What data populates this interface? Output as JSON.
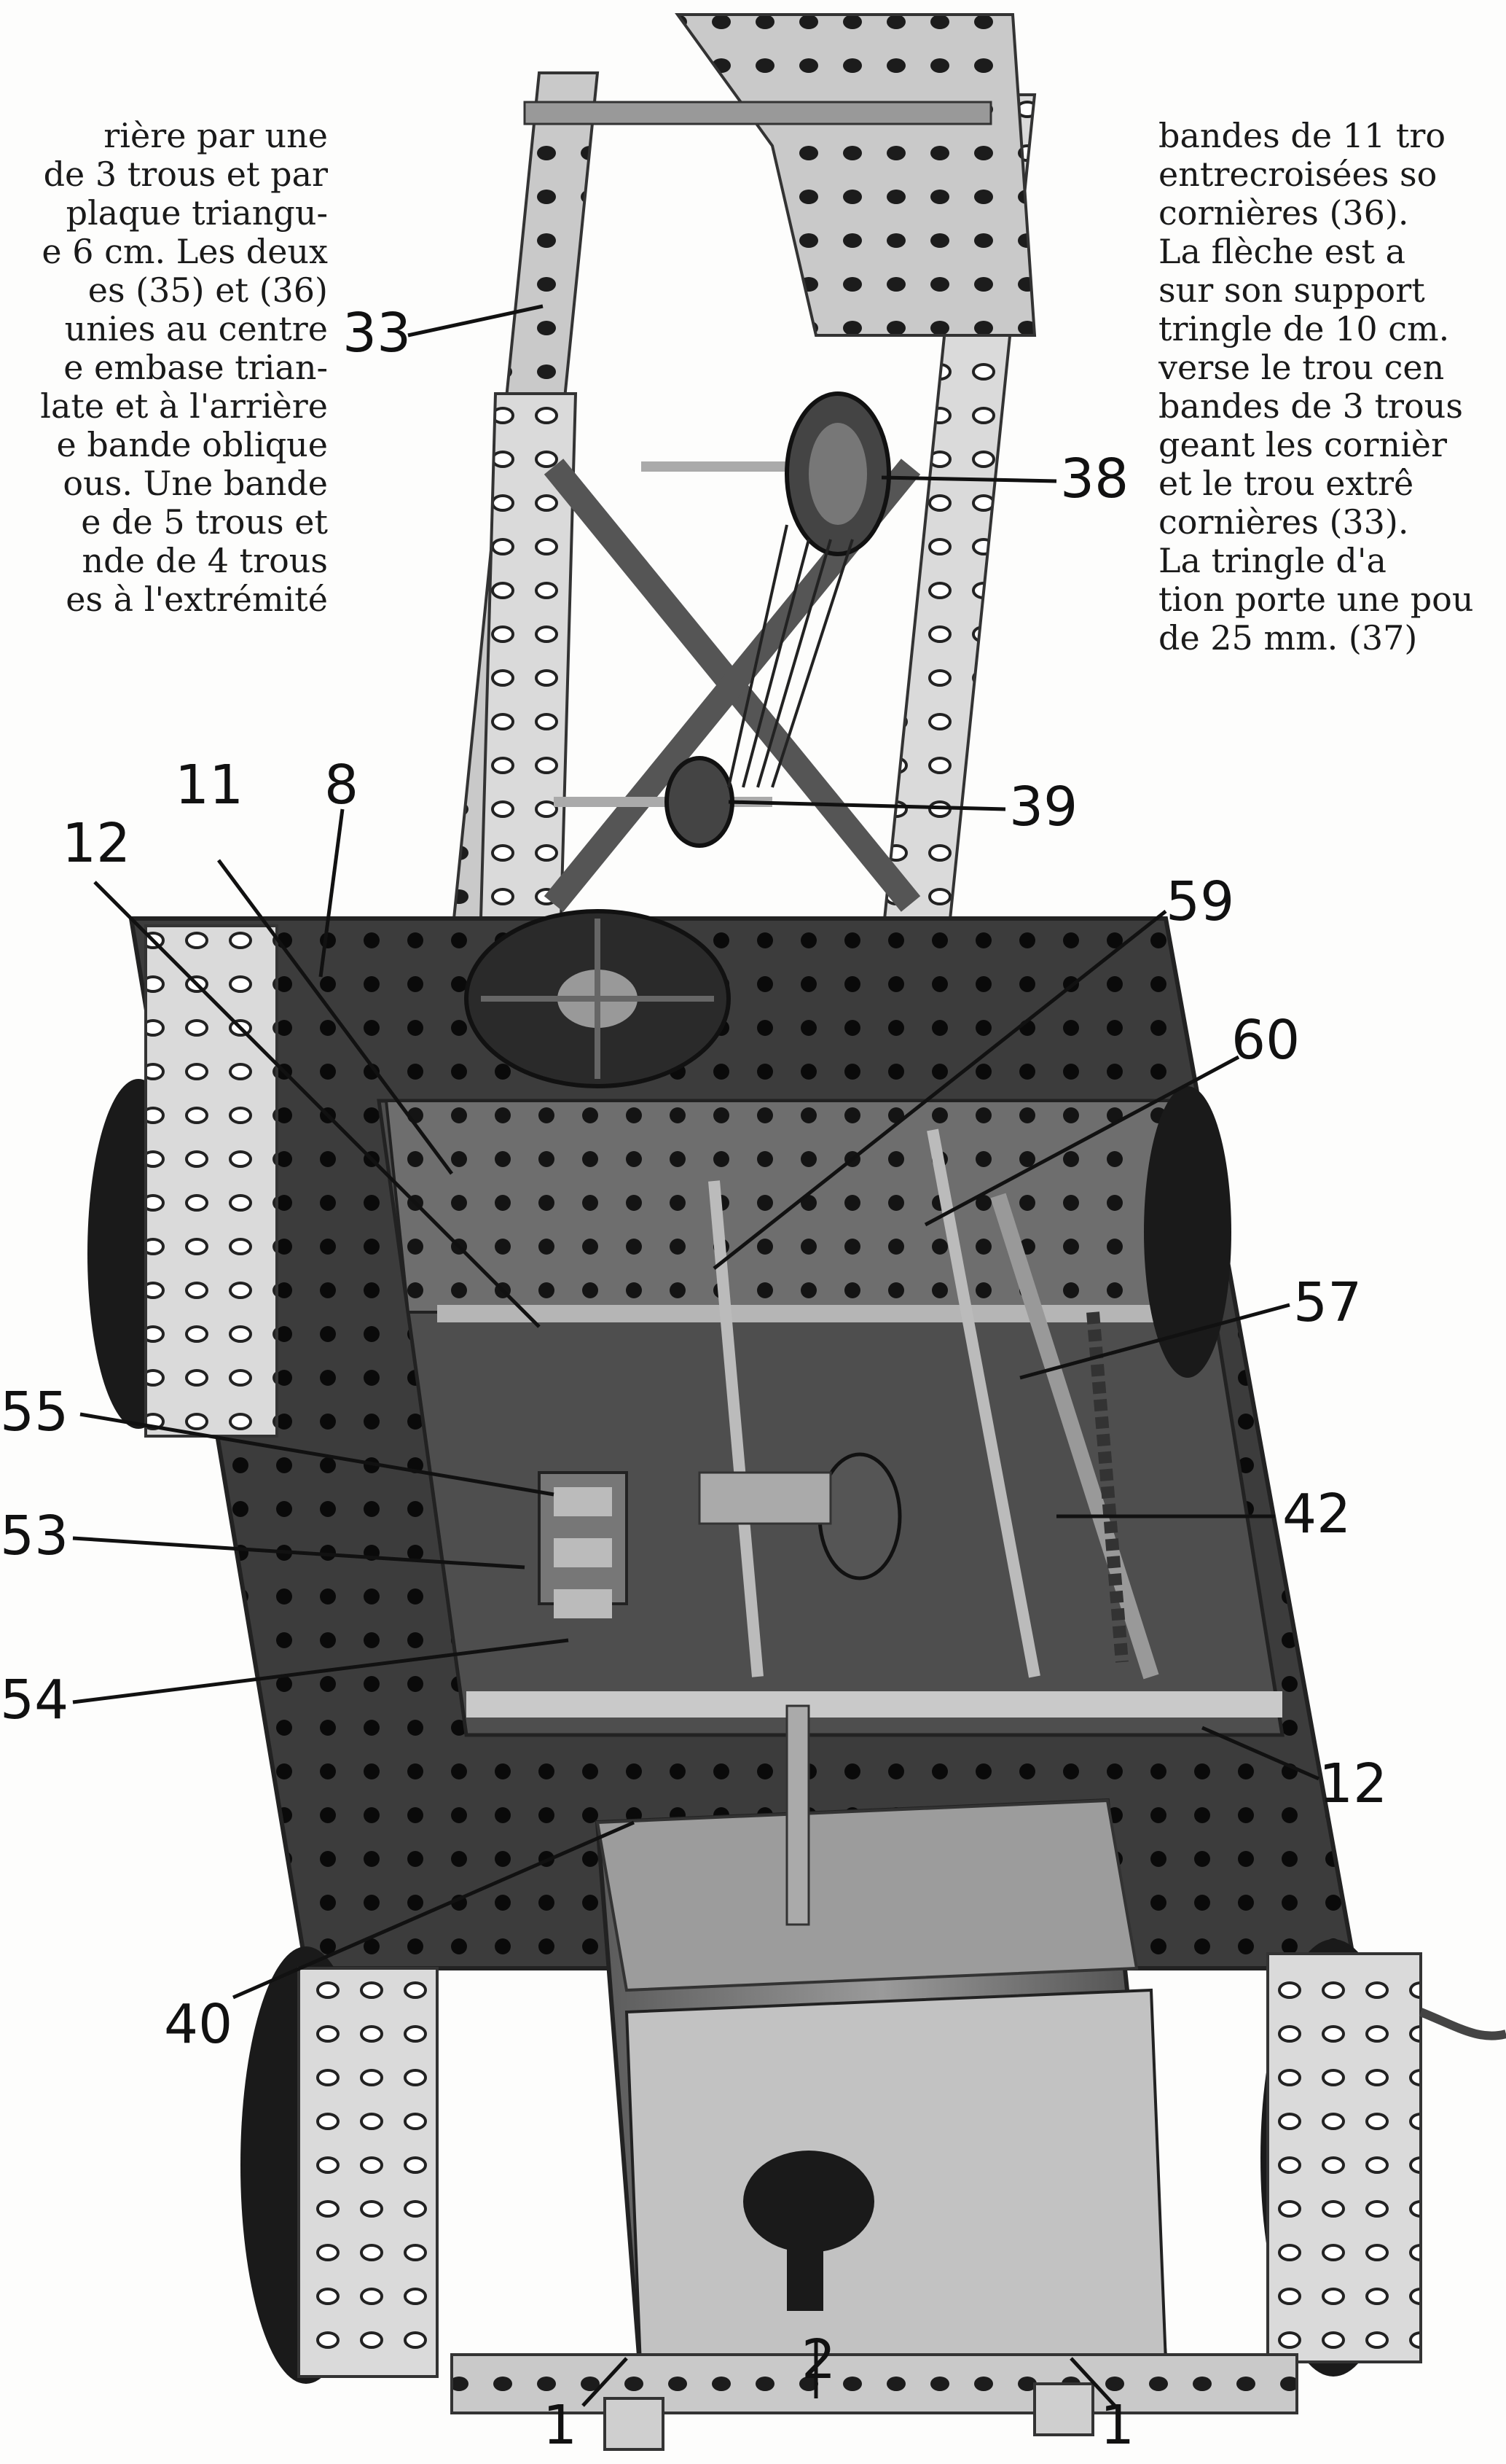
{
  "left_column": {
    "lines": [
      "rière par une",
      "de 3 trous et par",
      "plaque triangu-",
      "e 6 cm. Les deux",
      "es (35) et (36)",
      "unies au centre",
      "e embase trian-",
      "late et à l'arrière",
      "e bande oblique",
      "ous. Une bande",
      "e de 5 trous et",
      "nde de 4 trous",
      "es à l'extrémité"
    ]
  },
  "right_column": {
    "lines": [
      "bandes de 11 tro",
      "entrecroisées so",
      "cornières (36).",
      "  La flèche est a",
      "sur son support",
      "tringle de 10 cm.",
      "verse le trou cen",
      "bandes de 3 trous",
      "geant les cornièr",
      "et le trou extrê",
      "cornières (33).",
      "  La tringle d'a",
      "tion porte une pou",
      "de 25 mm. (37)"
    ]
  },
  "callouts": {
    "c33": "33",
    "c38": "38",
    "c39": "39",
    "c11": "11",
    "c8": "8",
    "c12a": "12",
    "c59": "59",
    "c60": "60",
    "c57": "57",
    "c55": "55",
    "c42": "42",
    "c53": "53",
    "c54": "54",
    "c12b": "12",
    "c40": "40",
    "c2": "2",
    "c1a": "1",
    "c1b": "1"
  }
}
